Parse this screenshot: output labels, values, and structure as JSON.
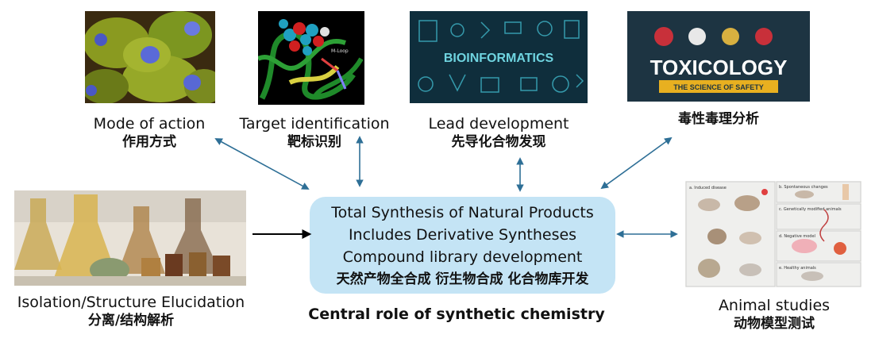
{
  "center": {
    "lines": [
      "Total Synthesis of Natural Products",
      "Includes Derivative Syntheses",
      "Compound library development"
    ],
    "line_zh": "天然产物全合成 衍生物合成 化合物库开发",
    "caption": "Central role of synthetic chemistry"
  },
  "nodes": {
    "mode": {
      "en": "Mode of action",
      "zh": "作用方式"
    },
    "target": {
      "en": "Target identification",
      "zh": "靶标识别"
    },
    "lead": {
      "en": "Lead development",
      "zh": "先导化合物发现"
    },
    "tox": {
      "zh": "毒性毒理分析"
    },
    "isolation": {
      "en": "Isolation/Structure Elucidation",
      "zh": "分离/结构解析"
    },
    "animal": {
      "en": "Animal studies",
      "zh": "动物模型测试"
    }
  },
  "images": {
    "bioinformatics_text": "BIOINFORMATICS",
    "toxicology_title": "TOXICOLOGY",
    "toxicology_sub": "THE SCIENCE OF SAFETY",
    "target_labels": [
      "M-Loop"
    ],
    "animal_panels": [
      "a. Induced disease",
      "b. Spontaneous changes",
      "c. Genetically modified animals",
      "d. Negative model",
      "e. Healthy animals"
    ]
  },
  "colors": {
    "center_fill": "#c4e4f5",
    "arrow": "#2e6f96",
    "black_arrow": "#000000"
  }
}
